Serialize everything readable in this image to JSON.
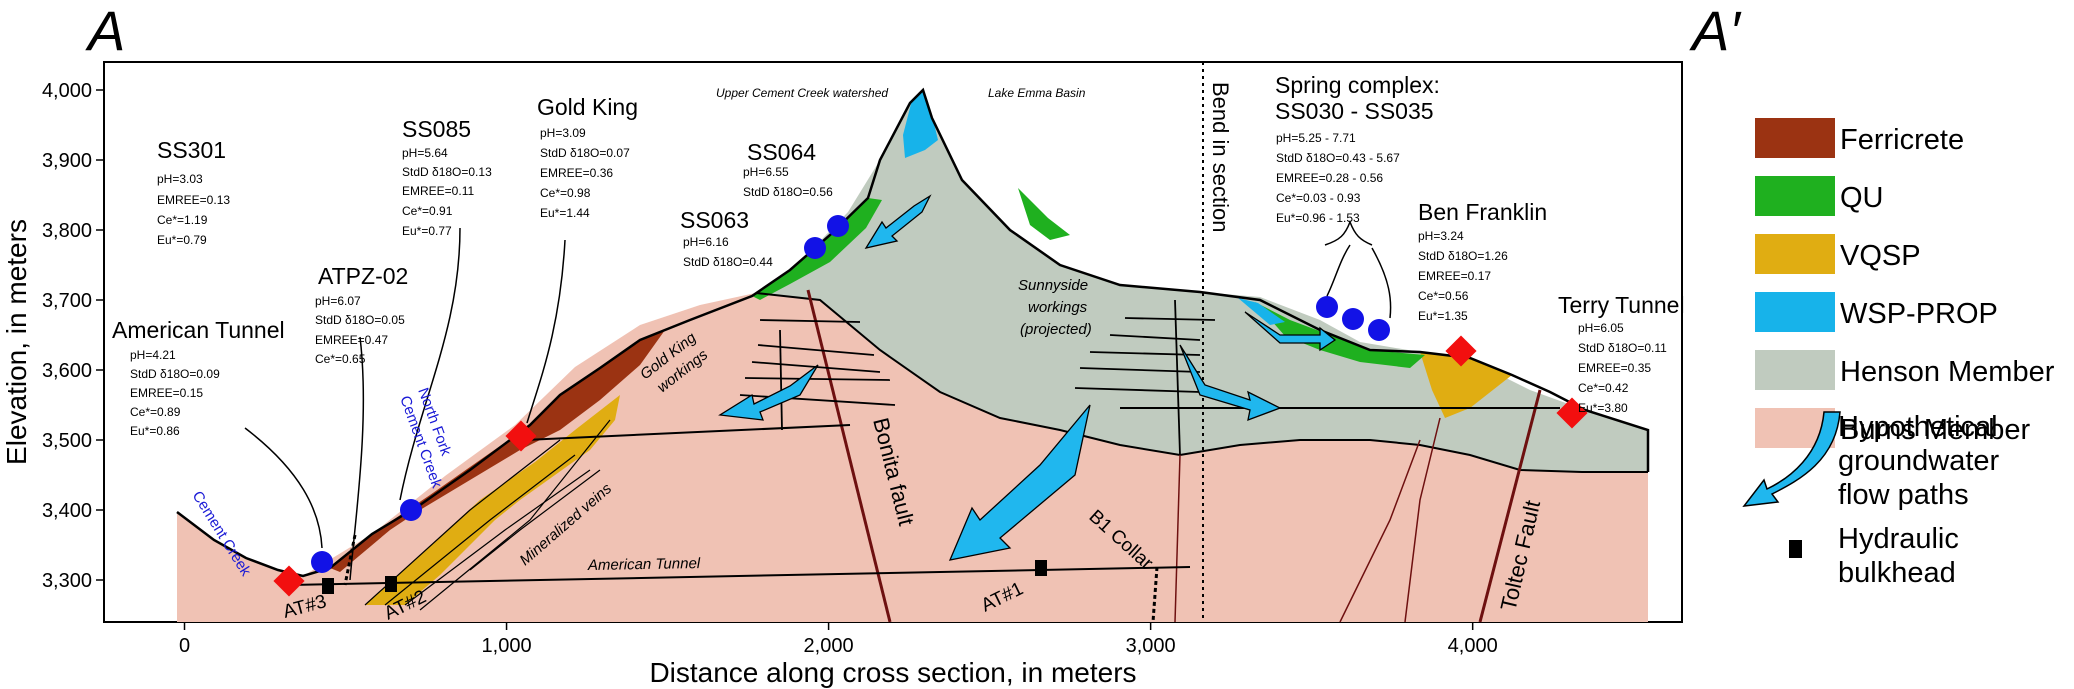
{
  "corner_labels": {
    "left": "A",
    "right": "A′"
  },
  "colors": {
    "ferricrete": "#9b3312",
    "qu": "#1fb01f",
    "vqsp": "#e0ad12",
    "wsp_prop": "#17b3ea",
    "henson": "#c0cbbf",
    "burns": "#f0c2b4",
    "fault": "#6e1010",
    "site_marker": "#f20f0f",
    "spring_marker": "#1212e6",
    "flow_arrow": "#20b7ee"
  },
  "axes": {
    "xlabel": "Distance along cross section, in meters",
    "ylabel": "Elevation, in meters",
    "x_ticks": [
      "0",
      "1,000",
      "2,000",
      "3,000",
      "4,000"
    ],
    "y_ticks": [
      "3,300",
      "3,400",
      "3,500",
      "3,600",
      "3,700",
      "3,800",
      "3,900",
      "4,000"
    ],
    "xlim": [
      -250,
      4650
    ],
    "ylim": [
      3240,
      4040
    ]
  },
  "legend": {
    "units": [
      {
        "key": "ferricrete",
        "label": "Ferricrete"
      },
      {
        "key": "qu",
        "label": "QU"
      },
      {
        "key": "vqsp",
        "label": "VQSP"
      },
      {
        "key": "wsp_prop",
        "label": "WSP-PROP"
      },
      {
        "key": "henson",
        "label": "Henson Member"
      },
      {
        "key": "burns",
        "label": "Burns Member"
      }
    ],
    "flow": [
      "Hypothetical",
      "groundwater",
      "flow paths"
    ],
    "bulkhead": [
      "Hydraulic",
      "bulkhead"
    ]
  },
  "sites": {
    "american_tunnel": {
      "title": "American Tunnel",
      "lines": [
        "pH=4.21",
        "StdD δ18O=0.09",
        "EMREE=0.15",
        "Ce*=0.89",
        "Eu*=0.86"
      ]
    },
    "ss301": {
      "title": "SS301",
      "lines": [
        "pH=3.03",
        "EMREE=0.13",
        "Ce*=1.19",
        "Eu*=0.79"
      ]
    },
    "atpz02": {
      "title": "ATPZ-02",
      "lines": [
        "pH=6.07",
        "StdD δ18O=0.05",
        "EMREE=0.47",
        "Ce*=0.65"
      ]
    },
    "ss085": {
      "title": "SS085",
      "lines": [
        "pH=5.64",
        "StdD δ18O=0.13",
        "EMREE=0.11",
        "Ce*=0.91",
        "Eu*=0.77"
      ]
    },
    "gold_king": {
      "title": "Gold King",
      "lines": [
        "pH=3.09",
        "StdD δ18O=0.07",
        "EMREE=0.36",
        "Ce*=0.98",
        "Eu*=1.44"
      ]
    },
    "ss063": {
      "title": "SS063",
      "lines": [
        "pH=6.16",
        "StdD δ18O=0.44"
      ]
    },
    "ss064": {
      "title": "SS064",
      "lines": [
        "pH=6.55",
        "StdD δ18O=0.56"
      ]
    },
    "spring_complex": {
      "title": "Spring complex:",
      "title2": "SS030 - SS035",
      "lines": [
        "pH=5.25  - 7.71",
        "StdD δ18O=0.43 - 5.67",
        "EMREE=0.28 - 0.56",
        "Ce*=0.03 - 0.93",
        "Eu*=0.96 - 1.53"
      ]
    },
    "ben_franklin": {
      "title": "Ben Franklin",
      "lines": [
        "pH=3.24",
        "StdD δ18O=1.26",
        "EMREE=0.17",
        "Ce*=0.56",
        "Eu*=1.35"
      ]
    },
    "terry_tunnel": {
      "title": "Terry Tunnel",
      "lines": [
        "pH=6.05",
        "StdD δ18O=0.11",
        "EMREE=0.35",
        "Ce*=0.42",
        "Eu*=3.80"
      ]
    }
  },
  "annotations": {
    "upper_cement": "Upper Cement Creek watershed",
    "lake_emma": "Lake Emma Basin",
    "bend": "Bend in section",
    "sunnyside": [
      "Sunnyside",
      "workings",
      "(projected)"
    ],
    "gold_king_workings": [
      "Gold King",
      "workings"
    ],
    "bonita_fault": "Bonita fault",
    "toltec_fault": "Toltec Fault",
    "mineralized_veins": "Mineralized veins",
    "american_tunnel_line": "American Tunnel",
    "b1_collar": "B1 Collar",
    "at1": "AT#1",
    "at2": "AT#2",
    "at3": "AT#3",
    "cement_creek": "Cement Creek",
    "north_fork": [
      "North Fork",
      "Cement Creek"
    ]
  }
}
